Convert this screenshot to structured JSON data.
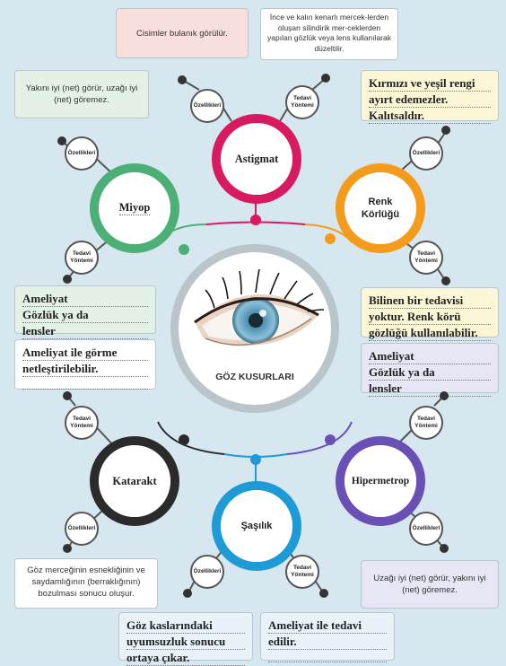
{
  "center": {
    "title": "GÖZ KUSURLARI"
  },
  "pins": {
    "ozellikleri": "Özellikleri",
    "tedavi": "Tedavi Yöntemi"
  },
  "diseases": {
    "astigmat": "Astigmat",
    "miyop": "Miyop",
    "renk_korlugu_1": "Renk",
    "renk_korlugu_2": "Körlüğü",
    "katarakt": "Katarakt",
    "hipermetrop": "Hipermetrop",
    "sasilik": "Şaşılık"
  },
  "texts": {
    "astigmat_ozellik": "Cisimler bulanık görülür.",
    "astigmat_tedavi": "İnce ve kalın kenarlı mercek-lerden oluşan silindirik mer-ceklerden yapılan gözlük veya lens kullanılarak düzeltilir.",
    "miyop_ozellik": "Yakını iyi (net) görür, uzağı iyi (net) göremez.",
    "katarakt_ozellik": "Göz merceğinin esnekliğinin ve saydamlığının (berraklığının) bozulması sonucu oluşur.",
    "hipermetrop_ozellik": "Uzağı iyi (net) görür, yakını iyi (net) göremez."
  },
  "handwritten": {
    "renk_ozellik": [
      "Kırmızı ve yeşil rengi",
      "ayırt edemezler.",
      "Kalıtsaldır."
    ],
    "renk_tedavi": [
      "Bilinen bir tedavisi",
      "yoktur. Renk körü",
      "gözlüğü kullanılabilir."
    ],
    "miyop_tedavi": [
      "Ameliyat",
      "Gözlük ya da",
      "lensler"
    ],
    "katarakt_tedavi": [
      "Ameliyat ile görme",
      "netleştirilebilir.",
      ""
    ],
    "hipermetrop_tedavi": [
      "Ameliyat",
      "Gözlük ya da",
      "lensler"
    ],
    "sasilik_ozellik": [
      "Göz kaslarındaki",
      "uyumsuzluk sonucu",
      "ortaya çıkar."
    ],
    "sasilik_tedavi": [
      "Ameliyat ile tedavi",
      "edilir.",
      ""
    ]
  },
  "colors": {
    "astigmat": "#d81b60",
    "miyop": "#4caf75",
    "renk": "#f59b1c",
    "katarakt": "#2b2b2b",
    "hipermetrop": "#6a4fb5",
    "sasilik": "#1e9ad6"
  }
}
